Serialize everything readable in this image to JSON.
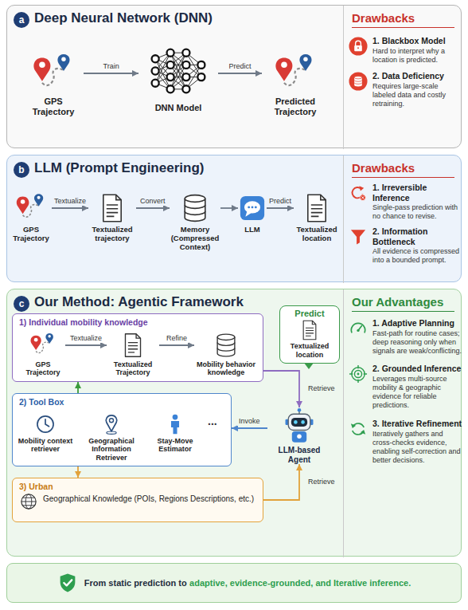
{
  "diagram": {
    "nodes": [
      {
        "text": [
          "Deep Neural Network (DNN)"
        ]
      },
      {
        "text": [
          "a"
        ],
        "in": 0
      },
      {
        "text": [
          "GPS Trajectory"
        ],
        "in": 0
      },
      {
        "text": [
          "DNN Model"
        ],
        "in": 0
      },
      {
        "text": [
          "Predicted Trajectory"
        ],
        "in": 0
      },
      {
        "text": [
          "Drawbacks"
        ],
        "in": 0
      },
      {
        "text": [
          "1. Blackbox Model",
          "Hard to interpret why a location is predicted."
        ],
        "in": 5
      },
      {
        "text": [
          "2. Data Deficiency",
          "Requires large-scale labeled data and costly retraining."
        ],
        "in": 5
      },
      {
        "text": [
          "LLM (Prompt Engineering)"
        ]
      },
      {
        "text": [
          "b"
        ],
        "in": 8
      },
      {
        "text": [
          "GPS Trajectory"
        ],
        "in": 8
      },
      {
        "text": [
          "Textualized trajectory"
        ],
        "in": 8
      },
      {
        "text": [
          "Memory (Compressed Context)"
        ],
        "in": 8
      },
      {
        "text": [
          "LLM"
        ],
        "in": 8
      },
      {
        "text": [
          "Textualized location"
        ],
        "in": 8
      },
      {
        "text": [
          "Drawbacks"
        ],
        "in": 8
      },
      {
        "text": [
          "1. Irreversible Inference",
          "Single-pass prediction with no chance to revise."
        ],
        "in": 15
      },
      {
        "text": [
          "2. Information Bottleneck",
          "All evidence is compressed into a bounded prompt."
        ],
        "in": 15
      },
      {
        "text": [
          "Our Method: Agentic Framework"
        ]
      },
      {
        "text": [
          "c"
        ],
        "in": 18
      },
      {
        "text": [
          "1) Individual mobility knowledge"
        ],
        "in": 18
      },
      {
        "text": [
          "GPS Trajectory"
        ],
        "in": 20
      },
      {
        "text": [
          "Textualized Trajectory"
        ],
        "in": 20
      },
      {
        "text": [
          "Mobility behavior knowledge"
        ],
        "in": 20
      },
      {
        "text": [
          "2) Tool Box"
        ],
        "in": 18
      },
      {
        "text": [
          "Mobility context retriever"
        ],
        "in": 24
      },
      {
        "text": [
          "Geographical Information Retriever"
        ],
        "in": 24
      },
      {
        "text": [
          "Stay-Move Estimator"
        ],
        "in": 24
      },
      {
        "text": [
          "3) Urban"
        ],
        "in": 18
      },
      {
        "text": [
          "Geographical Knowledge (POIs, Regions Descriptions, etc.)"
        ],
        "in": 28
      },
      {
        "text": [
          "LLM-based Agent"
        ],
        "in": 18
      },
      {
        "text": [
          "Predict",
          "Textualized location"
        ],
        "in": 18
      },
      {
        "text": [
          "Our Advantages"
        ],
        "in": 18
      },
      {
        "text": [
          "1. Adaptive Planning",
          "Fast-path for routine cases; deep reasoning only when signals are weak/conflicting."
        ],
        "in": 32
      },
      {
        "text": [
          "2. Grounded Inference",
          "Leverages multi-source mobility & geographic evidence for reliable predictions."
        ],
        "in": 32
      },
      {
        "text": [
          "3. Iterative Refinement",
          "Iteratively gathers and cross-checks evidence, enabling self-correction and better decisions."
        ],
        "in": 32
      },
      {
        "text": [
          "From static prediction to",
          "adaptive, evidence-grounded, and Iterative inference."
        ]
      }
    ],
    "edges": [
      {
        "from": 2,
        "to": 3,
        "label": "Train",
        "arrow": "to"
      },
      {
        "from": 3,
        "to": 4,
        "label": "Predict",
        "arrow": "to"
      },
      {
        "from": 10,
        "to": 11,
        "label": "Textualize",
        "arrow": "to"
      },
      {
        "from": 11,
        "to": 12,
        "label": "Convert",
        "arrow": "to"
      },
      {
        "from": 12,
        "to": 13,
        "arrow": "to"
      },
      {
        "from": 13,
        "to": 14,
        "label": "Predict",
        "arrow": "to"
      },
      {
        "from": 21,
        "to": 22,
        "label": "Textualize",
        "arrow": "to"
      },
      {
        "from": 22,
        "to": 23,
        "label": "Refine",
        "arrow": "to"
      },
      {
        "from": 20,
        "to": 30,
        "label": "Retrieve",
        "arrow": "to"
      },
      {
        "from": 30,
        "to": 24,
        "label": "Invoke",
        "arrow": "to"
      },
      {
        "from": 28,
        "to": 30,
        "label": "Retrieve",
        "arrow": "to"
      },
      {
        "from": 24,
        "to": 20,
        "arrow": "to"
      },
      {
        "from": 24,
        "to": 28,
        "arrow": "to"
      }
    ],
    "labels": [
      "..."
    ]
  }
}
